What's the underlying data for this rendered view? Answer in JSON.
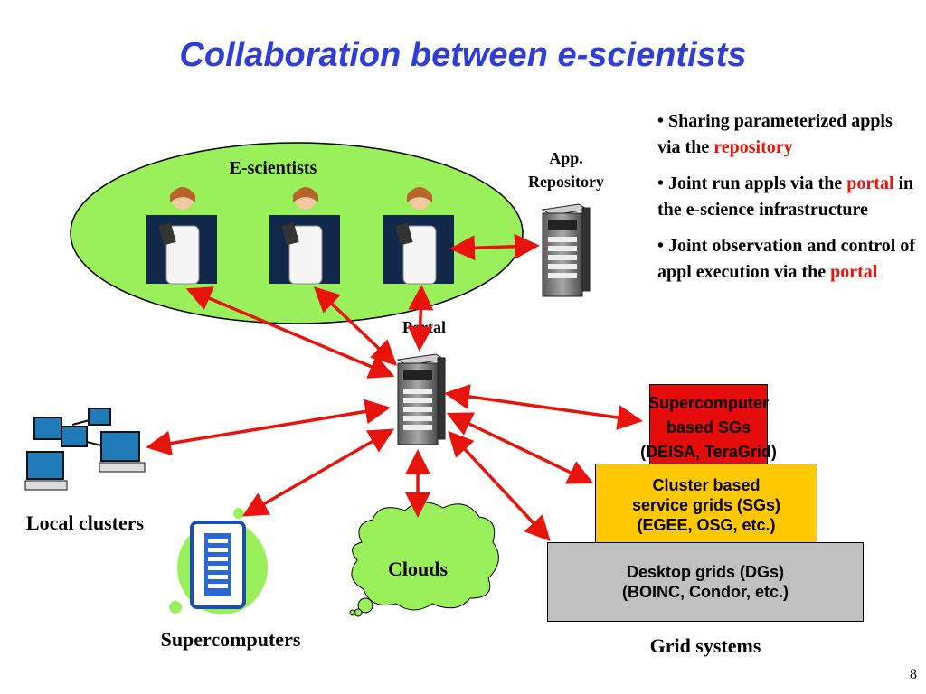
{
  "slide": {
    "title": "Collaboration between e-scientists",
    "page_number": "8"
  },
  "labels": {
    "escientists": "E-scientists",
    "app_repo_line1": "App.",
    "app_repo_line2": "Repository",
    "portal": "Portal",
    "local_clusters": "Local clusters",
    "supercomputers": "Supercomputers",
    "clouds": "Clouds",
    "grid_systems": "Grid systems"
  },
  "bullets": [
    {
      "prefix": "• Sharing parameterized appls via the ",
      "highlight": "repository",
      "suffix": ""
    },
    {
      "prefix": "• Joint run appls via the ",
      "highlight": "portal",
      "suffix": " in the e-science infrastructure"
    },
    {
      "prefix": "• Joint observation and control of appl execution via the ",
      "highlight": "portal",
      "suffix": ""
    }
  ],
  "grid_boxes": {
    "supercomputer_sgs": {
      "line1": "Supercomputer",
      "line2": "based SGs",
      "line3": "(DEISA, TeraGrid)"
    },
    "cluster_sgs": {
      "line1": "Cluster based",
      "line2": "service grids (SGs)",
      "line3": "(EGEE, OSG, etc.)"
    },
    "desktop_grids": {
      "line1": "Desktop grids (DGs)",
      "line2": "(BOINC, Condor, etc.)"
    }
  },
  "colors": {
    "title": "#2f3ed9",
    "highlight": "#e8140c",
    "ellipse": "#99f05a",
    "arrow": "#e8140c",
    "supercomputer_box": "#e50d0b",
    "cluster_box": "#ffc800",
    "desktop_box": "#c0c0c0"
  }
}
